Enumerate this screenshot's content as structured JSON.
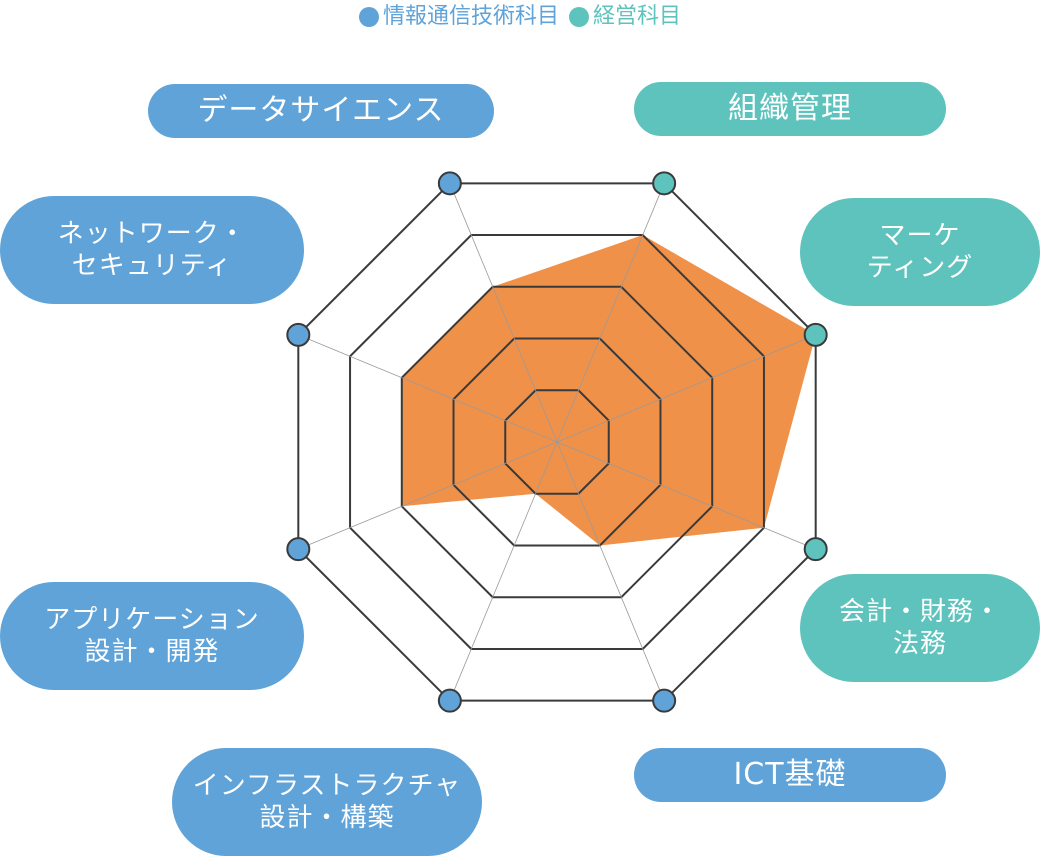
{
  "colors": {
    "it": "#5fa3d9",
    "management": "#5fc3bd",
    "fill": "#f0914a",
    "grid": "#3a3a3a"
  },
  "legend": [
    {
      "label": "情報通信技術科目",
      "color_key": "it"
    },
    {
      "label": "経営科目",
      "color_key": "management"
    }
  ],
  "chart_data": {
    "type": "radar",
    "max": 5,
    "rings": 5,
    "categories": [
      {
        "lines": [
          "データサイエンス"
        ],
        "group": "it"
      },
      {
        "lines": [
          "組織管理"
        ],
        "group": "management"
      },
      {
        "lines": [
          "マーケ",
          "ティング"
        ],
        "group": "management"
      },
      {
        "lines": [
          "会計・財務・",
          "法務"
        ],
        "group": "management"
      },
      {
        "lines": [
          "ICT基礎"
        ],
        "group": "it"
      },
      {
        "lines": [
          "インフラストラクチャ",
          "設計・構築"
        ],
        "group": "it"
      },
      {
        "lines": [
          "アプリケーション",
          "設計・開発"
        ],
        "group": "it"
      },
      {
        "lines": [
          "ネットワーク・",
          "セキュリティ"
        ],
        "group": "it"
      }
    ],
    "values": [
      3,
      4,
      5,
      4,
      2,
      1,
      3,
      3
    ]
  }
}
